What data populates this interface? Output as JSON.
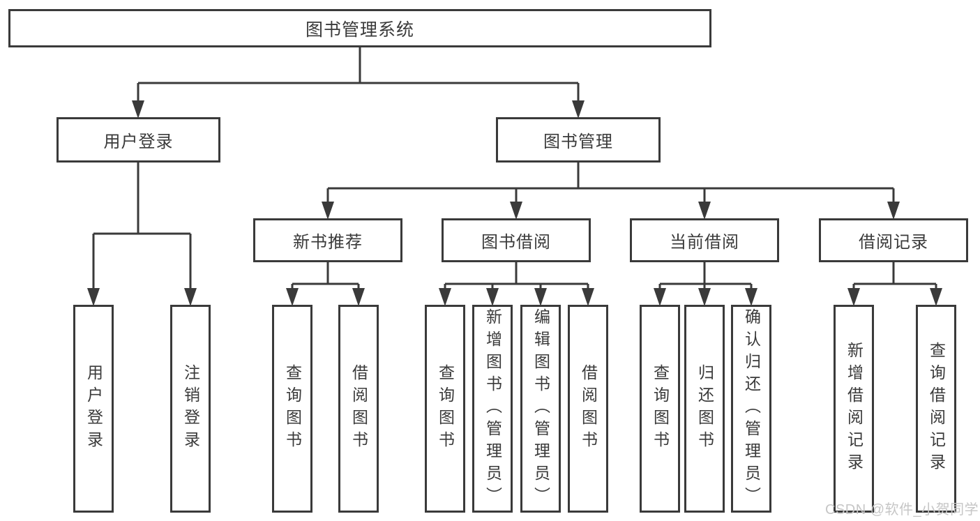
{
  "diagram": {
    "title": "图书管理系统",
    "branches": [
      {
        "label": "用户登录",
        "children": [
          {
            "label": "用户登录"
          },
          {
            "label": "注销登录"
          }
        ]
      },
      {
        "label": "图书管理",
        "children": [
          {
            "label": "新书推荐",
            "children": [
              {
                "label": "查询图书"
              },
              {
                "label": "借阅图书"
              }
            ]
          },
          {
            "label": "图书借阅",
            "children": [
              {
                "label": "查询图书"
              },
              {
                "label": "新增图书（管理员）"
              },
              {
                "label": "编辑图书（管理员）"
              },
              {
                "label": "借阅图书"
              }
            ]
          },
          {
            "label": "当前借阅",
            "children": [
              {
                "label": "查询图书"
              },
              {
                "label": "归还图书"
              },
              {
                "label": "确认归还（管理员）"
              }
            ]
          },
          {
            "label": "借阅记录",
            "children": [
              {
                "label": "新增借阅记录"
              },
              {
                "label": "查询借阅记录"
              }
            ]
          }
        ]
      }
    ]
  },
  "watermark": {
    "text": "CSDN @软件_小贺同学"
  },
  "style": {
    "line_color": "#3a3a3a",
    "text_color": "#3a3a3a",
    "bg_color": "#ffffff",
    "watermark_color": "#c6c6c6"
  }
}
